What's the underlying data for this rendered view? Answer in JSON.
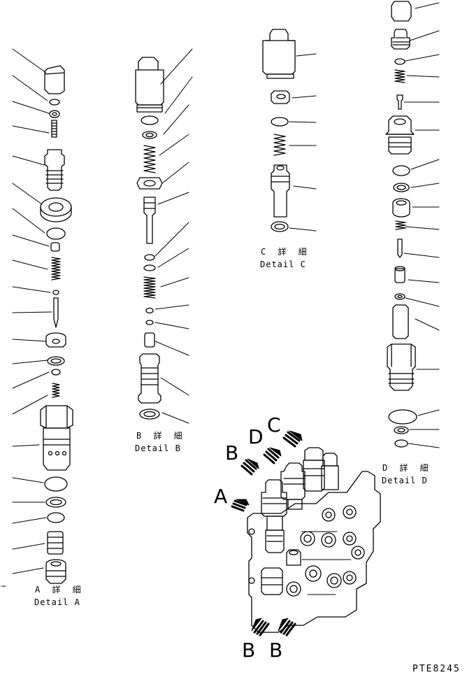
{
  "details": {
    "a": {
      "jp": "A 詳 細",
      "en": "Detail A"
    },
    "b": {
      "jp": "B 詳 細",
      "en": "Detail B"
    },
    "c": {
      "jp": "C 詳 細",
      "en": "Detail C"
    },
    "d": {
      "jp": "D 詳 細",
      "en": "Detail D"
    }
  },
  "callouts": {
    "a": "A",
    "b_upper": "B",
    "c": "C",
    "d": "D",
    "b_lower_left": "B",
    "b_lower_right": "B"
  },
  "drawing_code": "PTE8245"
}
